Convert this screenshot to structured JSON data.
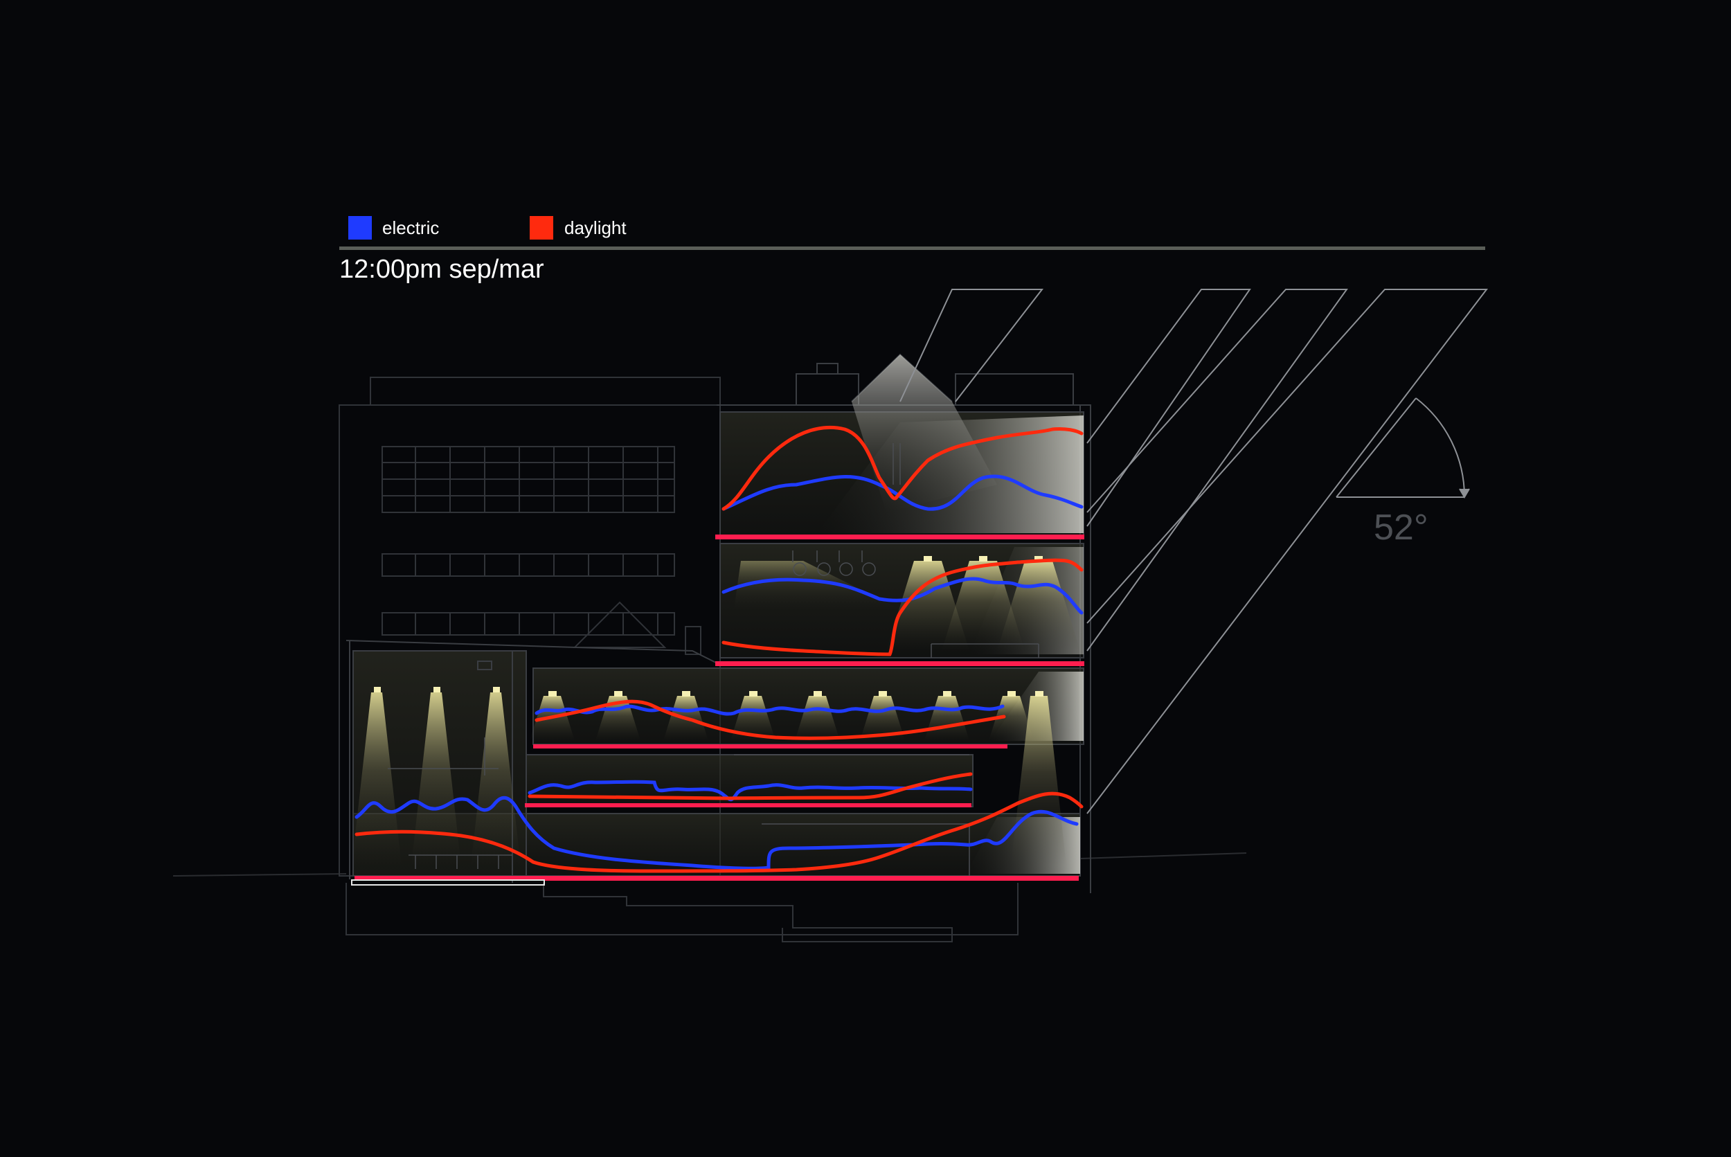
{
  "legend": {
    "items": [
      {
        "label": "electric",
        "color": "#1f3bff"
      },
      {
        "label": "daylight",
        "color": "#ff2a0e"
      }
    ]
  },
  "time_label": "12:00pm sep/mar",
  "sun_angle_label": "52°",
  "colors": {
    "background": "#06070a",
    "line_art": "#3a3d42",
    "slab": "#ff1e4f",
    "electric": "#1f3bff",
    "daylight": "#ff2a0e",
    "divider": "#5a5e58",
    "angle_text": "#4d5055"
  }
}
